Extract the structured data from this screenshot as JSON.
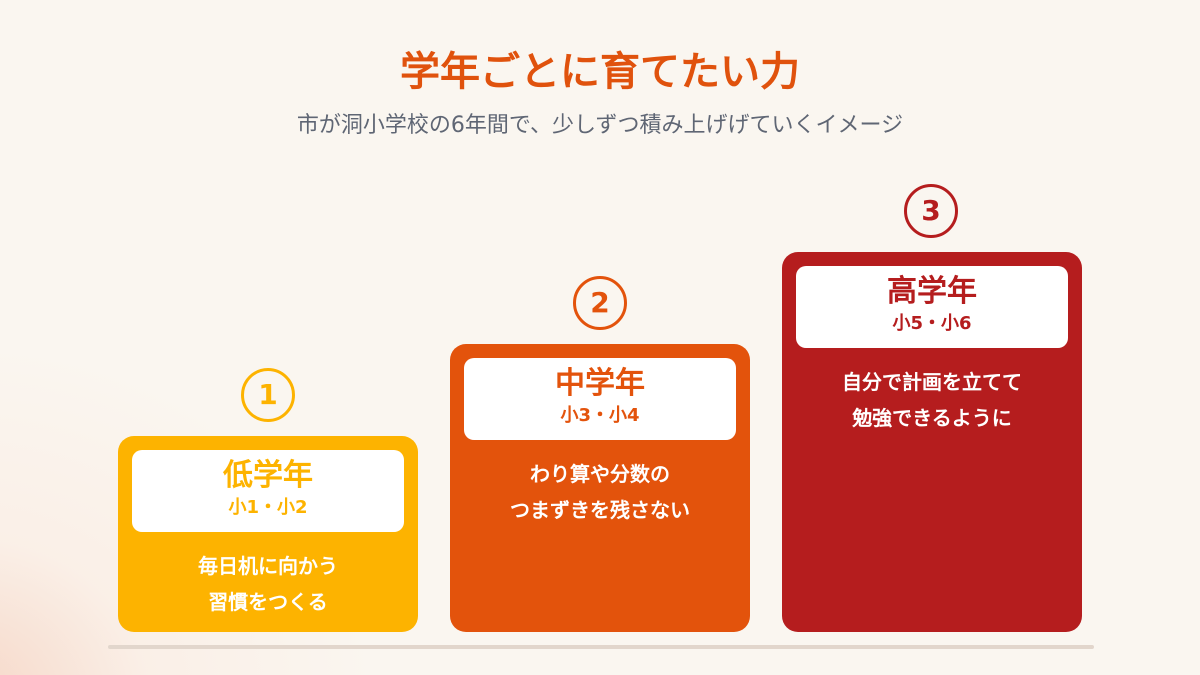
{
  "header": {
    "title": "学年ごとに育てたい力",
    "subtitle": "市が洞小学校の6年間で、少しずつ積み上げげていくイメージ"
  },
  "colors": {
    "title": "#e0520d",
    "low": "#fdb300",
    "middle": "#e3530c",
    "high": "#b51d1e"
  },
  "steps": [
    {
      "number": "1",
      "name": "低学年",
      "grades": "小1・小2",
      "desc_lines": [
        "毎日机に向かう",
        "習慣をつくる"
      ]
    },
    {
      "number": "2",
      "name": "中学年",
      "grades": "小3・小4",
      "desc_lines": [
        "わり算や分数の",
        "つまずきを残さない"
      ]
    },
    {
      "number": "3",
      "name": "高学年",
      "grades": "小5・小6",
      "desc_lines": [
        "自分で計画を立てて",
        "勉強できるように"
      ]
    }
  ]
}
